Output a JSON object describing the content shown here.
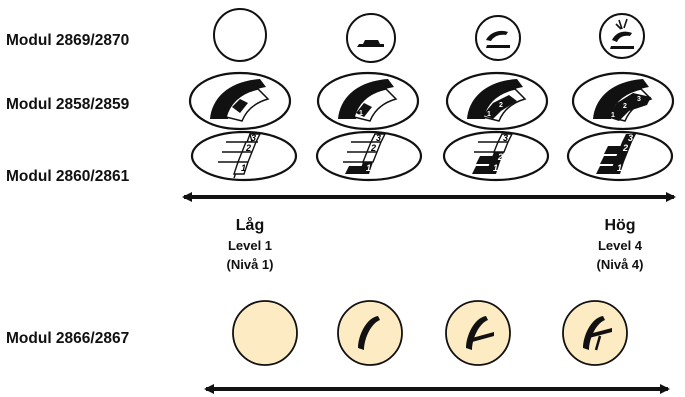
{
  "rows": [
    {
      "label": "Modul 2869/2870",
      "variant": "circle-icons"
    },
    {
      "label": "Modul 2858/2859",
      "variant": "handset-ellipses"
    },
    {
      "label": "Modul 2860/2861",
      "variant": "stepped-ellipses"
    },
    {
      "label": "Modul 2866/2867",
      "variant": "cream-circles"
    }
  ],
  "scale": {
    "low": {
      "title": "Låg",
      "level": "Level 1",
      "nivå": "(Nivå 1)"
    },
    "high": {
      "title": "Hög",
      "level": "Level 4",
      "nivå": "(Nivå 4)"
    }
  },
  "step_numbers": [
    "1",
    "2",
    "3"
  ],
  "colors": {
    "ink": "#111111",
    "cream": "#fcebc3",
    "paper": "#ffffff"
  },
  "icons": [
    "empty-circle-icon",
    "handset-resting-icon",
    "handset-lifting-icon",
    "handset-ringing-icon"
  ]
}
